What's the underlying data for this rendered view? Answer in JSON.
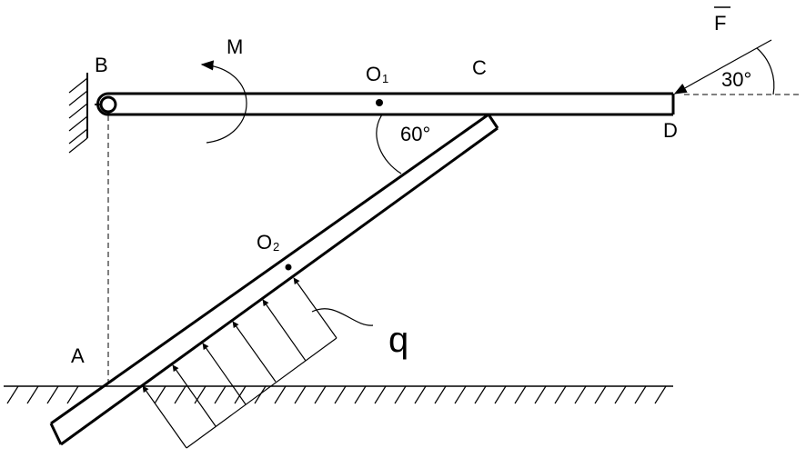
{
  "labels": {
    "B": "B",
    "M": "M",
    "O1": "O",
    "O1_sub": "1",
    "C": "C",
    "F": "F",
    "angle_30": "30°",
    "D": "D",
    "angle_60": "60°",
    "O2": "O",
    "O2_sub": "2",
    "q": "q",
    "A": "A"
  }
}
